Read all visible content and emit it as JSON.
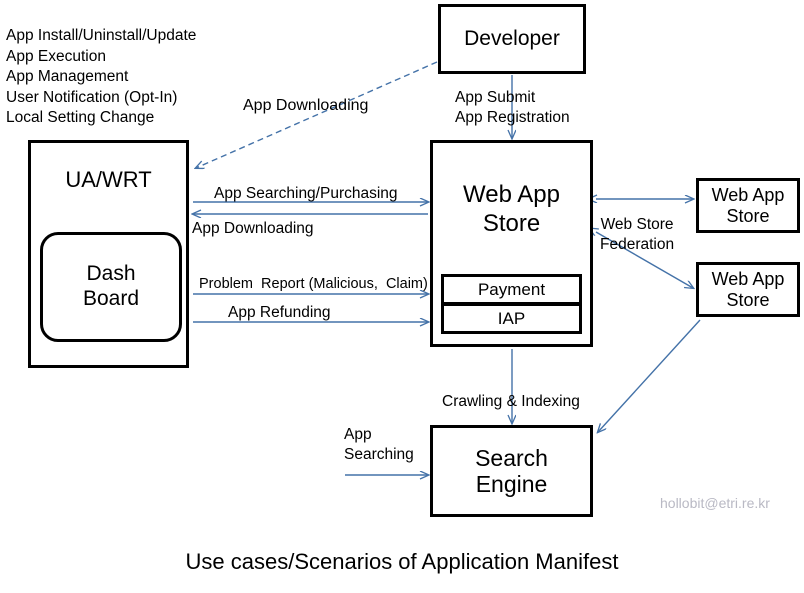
{
  "caption": "Use cases/Scenarios of Application Manifest",
  "watermark": "hollobit@etri.re.kr",
  "feature_list": "App Install/Uninstall/Update\nApp Execution\nApp Management\nUser Notification (Opt-In)\nLocal Setting Change",
  "nodes": {
    "ua_wrt": "UA/WRT",
    "dash_board": "Dash\nBoard",
    "developer": "Developer",
    "web_app_store": "Web App\nStore",
    "payment": "Payment",
    "iap": "IAP",
    "web_store_2": "Web App\nStore",
    "web_store_3": "Web App\nStore",
    "search_engine": "Search\nEngine"
  },
  "edge_labels": {
    "app_downloading_dev": "App Downloading",
    "app_submit_registration": "App Submit\nApp Registration",
    "app_searching_purchasing": "App Searching/Purchasing",
    "app_downloading_store": "App Downloading",
    "problem_report": "Problem  Report (Malicious,  Claim)",
    "app_refunding": "App Refunding",
    "web_store_federation": "Web Store\nFederation",
    "crawling_indexing": "Crawling & Indexing",
    "app_searching": "App\nSearching"
  },
  "colors": {
    "arrow": "#4472a8",
    "box_border": "#000000",
    "background": "#ffffff",
    "watermark": "#b9b9c4"
  }
}
